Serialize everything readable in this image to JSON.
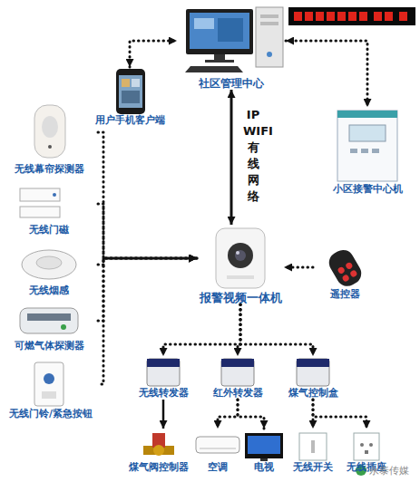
{
  "diagram": {
    "nodes": [
      {
        "text": [
          "社区管理中心"
        ]
      },
      {
        "text": [
          "用户手机客户端"
        ]
      },
      {
        "text": [
          "小区接警中心机"
        ]
      },
      {
        "text": [
          "无线幕帘探测器"
        ]
      },
      {
        "text": [
          "无线门磁"
        ]
      },
      {
        "text": [
          "无线烟感"
        ]
      },
      {
        "text": [
          "可燃气体探测器"
        ]
      },
      {
        "text": [
          "无线门铃/紧急按钮"
        ]
      },
      {
        "text": [
          "报警视频一体机"
        ]
      },
      {
        "text": [
          "遥控器"
        ]
      },
      {
        "text": [
          "无线转发器"
        ]
      },
      {
        "text": [
          "红外转发器"
        ]
      },
      {
        "text": [
          "煤气控制盒"
        ]
      },
      {
        "text": [
          "煤气阀控制器"
        ]
      },
      {
        "text": [
          "空调"
        ]
      },
      {
        "text": [
          "电视"
        ]
      },
      {
        "text": [
          "无线开关"
        ]
      },
      {
        "text": [
          "无线插座"
        ]
      }
    ],
    "edges": [
      {
        "from": 1,
        "to": 0,
        "arrow": "both"
      },
      {
        "from": 0,
        "to": 8,
        "label": "IP WIFI 有线网络",
        "arrow": "both"
      },
      {
        "from": 0,
        "to": 2,
        "arrow": "both"
      },
      {
        "from": 3,
        "to": 8,
        "arrow": "to"
      },
      {
        "from": 4,
        "to": 8,
        "arrow": "to"
      },
      {
        "from": 5,
        "to": 8,
        "arrow": "to"
      },
      {
        "from": 6,
        "to": 8,
        "arrow": "to"
      },
      {
        "from": 7,
        "to": 8,
        "arrow": "to"
      },
      {
        "from": 9,
        "to": 8,
        "arrow": "to"
      },
      {
        "from": 8,
        "to": 10,
        "arrow": "to"
      },
      {
        "from": 8,
        "to": 11,
        "arrow": "to"
      },
      {
        "from": 8,
        "to": 12,
        "arrow": "to"
      },
      {
        "from": 10,
        "to": 13,
        "arrow": "to"
      },
      {
        "from": 11,
        "to": 14,
        "arrow": "to"
      },
      {
        "from": 11,
        "to": 15,
        "arrow": "to"
      },
      {
        "from": 12,
        "to": 16,
        "arrow": "to"
      },
      {
        "from": 12,
        "to": 17,
        "arrow": "to"
      }
    ],
    "labels": [
      "永泰传媒"
    ]
  }
}
